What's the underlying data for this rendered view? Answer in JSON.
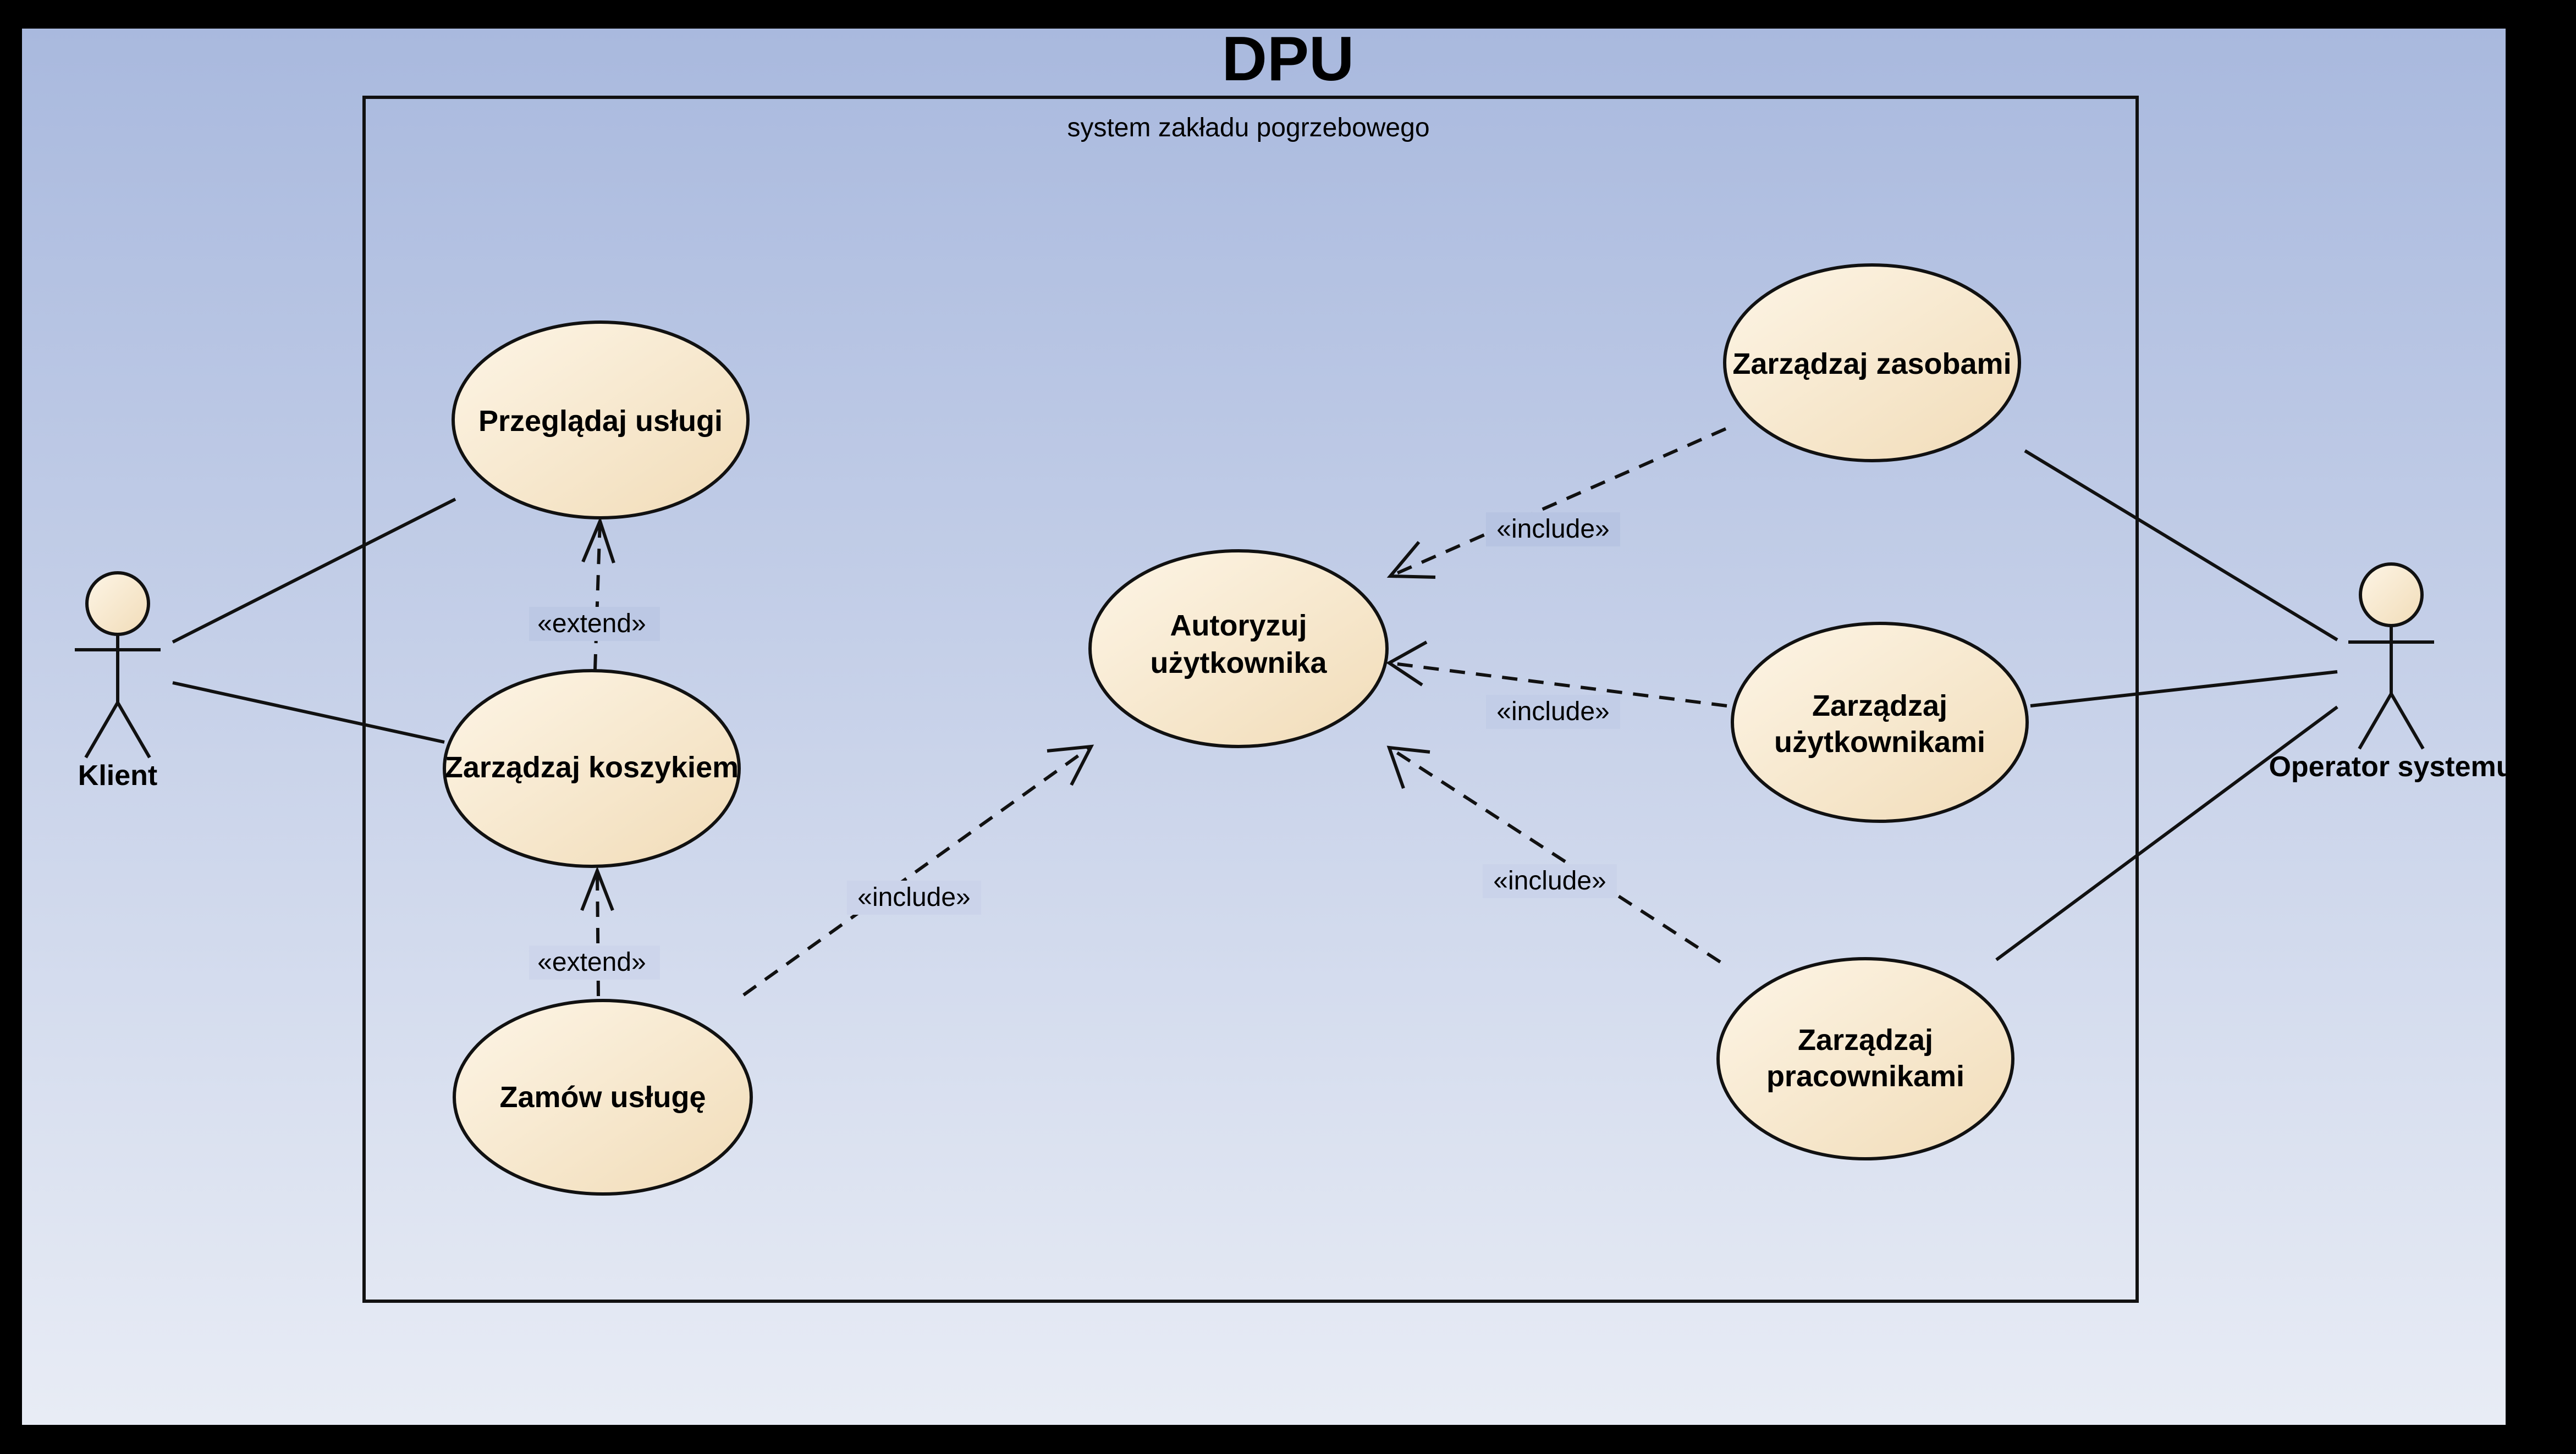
{
  "diagram": {
    "title": "DPU",
    "system_boundary_label": "system zakładu pogrzebowego",
    "actors": {
      "klient": "Klient",
      "operator": "Operator systemu"
    },
    "use_cases": {
      "przegladaj": [
        "Przeglądaj usługi"
      ],
      "koszyk": [
        "Zarządzaj koszykiem"
      ],
      "zamow": [
        "Zamów usługę"
      ],
      "autoryzuj": [
        "Autoryzuj",
        "użytkownika"
      ],
      "zasoby": [
        "Zarządzaj zasobami"
      ],
      "uzytkownicy": [
        "Zarządzaj",
        "użytkownikami"
      ],
      "pracownicy": [
        "Zarządzaj",
        "pracownikami"
      ]
    },
    "relations": {
      "extend": "«extend»",
      "include": "«include»"
    }
  },
  "colors": {
    "background_top": "#a9b9de",
    "background_bottom": "#e8ecf5",
    "use_case_fill_light": "#fdf5e6",
    "use_case_fill_dark": "#f1dcb8",
    "outline": "#111111",
    "frame": "#000000"
  }
}
